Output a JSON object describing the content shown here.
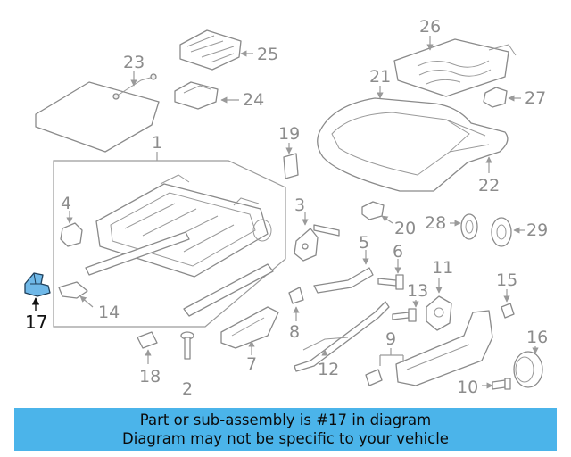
{
  "callouts": {
    "p1": "1",
    "p2": "2",
    "p3": "3",
    "p4": "4",
    "p5": "5",
    "p6": "6",
    "p7": "7",
    "p8": "8",
    "p9": "9",
    "p10": "10",
    "p11": "11",
    "p12": "12",
    "p13": "13",
    "p14": "14",
    "p15": "15",
    "p16": "16",
    "p17": "17",
    "p18": "18",
    "p19": "19",
    "p20": "20",
    "p21": "21",
    "p22": "22",
    "p23": "23",
    "p24": "24",
    "p25": "25",
    "p26": "26",
    "p27": "27",
    "p28": "28",
    "p29": "29"
  },
  "highlighted_part": "17",
  "highlight_color": "#6fb8e8",
  "banner": {
    "line1": "Part or sub-assembly is #17 in diagram",
    "line2": "Diagram may not be specific to your vehicle",
    "color": "#4bb4ea"
  }
}
